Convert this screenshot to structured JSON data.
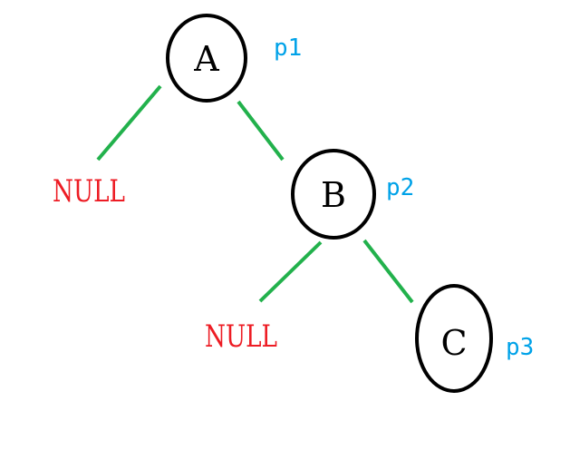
{
  "colors": {
    "edge": "#22b14c",
    "node_stroke": "#000000",
    "node_text": "#000000",
    "null_text": "#ed1c24",
    "pointer_text": "#00a2e8"
  },
  "nodes": [
    {
      "id": "A",
      "label": "A",
      "pointer": "p1"
    },
    {
      "id": "B",
      "label": "B",
      "pointer": "p2"
    },
    {
      "id": "C",
      "label": "C",
      "pointer": "p3"
    }
  ],
  "null_labels": [
    "NULL",
    "NULL"
  ]
}
